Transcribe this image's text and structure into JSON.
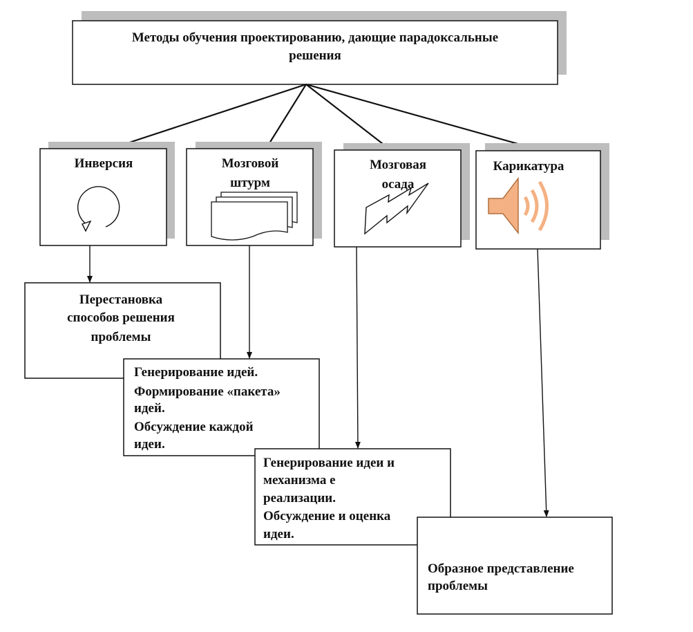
{
  "title": {
    "line1": "Методы обучения проектированию, дающие парадоксальные",
    "line2": "решения"
  },
  "methods": [
    {
      "lines": [
        "Инверсия"
      ],
      "icon": "rotation-arrow-icon"
    },
    {
      "lines": [
        "Мозговой",
        "штурм"
      ],
      "icon": "document-stack-icon"
    },
    {
      "lines": [
        "Мозговая",
        "осада"
      ],
      "icon": "lightning-bolt-icon"
    },
    {
      "lines": [
        "Карикатура"
      ],
      "icon": "speaker-icon"
    }
  ],
  "descriptions": [
    {
      "lines": [
        "Перестановка",
        "способов решения",
        "проблемы"
      ]
    },
    {
      "lines": [
        "Генерирование идей.",
        "Формирование «пакета»",
        "идей.",
        "Обсуждение каждой",
        "идеи."
      ]
    },
    {
      "lines": [
        "Генерирование идеи и",
        "механизма е",
        "реализации.",
        "Обсуждение и оценка",
        "идеи."
      ]
    },
    {
      "lines": [
        "Образное представление",
        "проблемы"
      ]
    }
  ],
  "colors": {
    "shadow": "#bdbdbd",
    "stroke": "#111111",
    "speaker_fill": "#f4b183",
    "speaker_stroke": "#b07040"
  }
}
